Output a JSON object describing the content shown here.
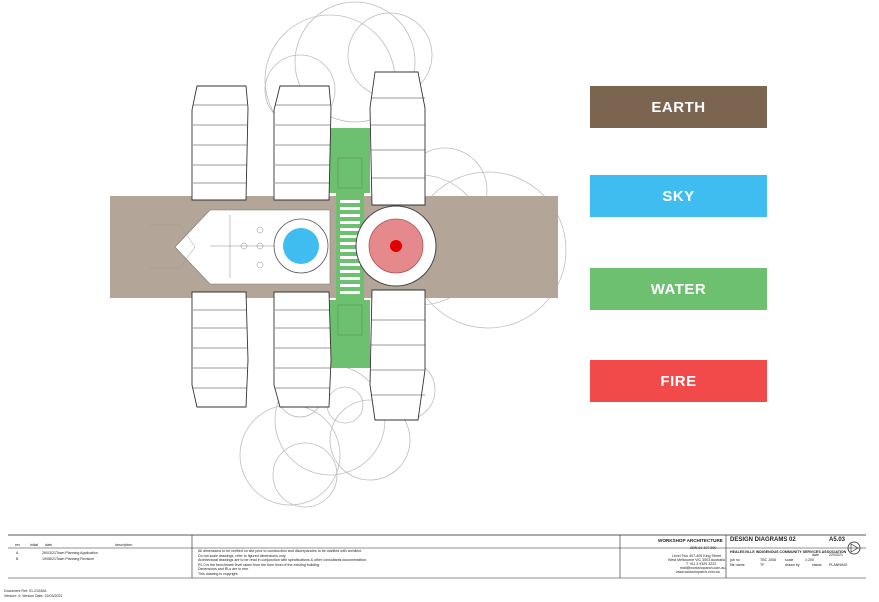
{
  "legend": {
    "items": [
      {
        "label": "EARTH",
        "color": "#7b6450"
      },
      {
        "label": "SKY",
        "color": "#3fbdf0"
      },
      {
        "label": "WATER",
        "color": "#6cc070"
      },
      {
        "label": "FIRE",
        "color": "#f24a4a"
      }
    ]
  },
  "plan_colors": {
    "earth": "#b3a597",
    "water": "#6cc070",
    "sky": "#3fbdf0",
    "fire_ring": "#e5898d",
    "fire_core": "#e00000"
  },
  "title_block": {
    "rev_headers": [
      "rev",
      "initial",
      "date",
      "description"
    ],
    "rev_rows": [
      {
        "rev": "A",
        "initial": "",
        "date": "26/03/21",
        "description": "Town Planning Application"
      },
      {
        "rev": "B",
        "initial": "",
        "date": "19/08/21",
        "description": "Town Planning Revision"
      }
    ],
    "notes": [
      "All dimensions to be verified on site prior to construction and discrepancies to be clarified with architect.",
      "Do not scale drawings, refer to figured dimensions only.",
      "Architectural drawings are to be read in conjunction with specifications & other consultants documentation.",
      "RL 0 is the benchmark level taken from the floor level of the existing building.",
      "Dimensions and RLs are in mm.",
      "This drawing is copyright."
    ],
    "firm": "WORKSHOP ARCHITECTURE",
    "firm_sub": "ABN 61 107 890",
    "firm_address": [
      "Level Two 407-409 King Street",
      "West Melbourne VIC 3003 Australia",
      "T +61 3 9329 3222",
      "mail@workshoparch.com.au",
      "www.workshoparch.com.au"
    ],
    "drawing_title": "DESIGN DIAGRAMS 02",
    "project": "HEALESVILLE INDIGENOUS COMMUNITY SERVICES ASSOCIATION",
    "sheet_no": "A5.03",
    "fields": [
      {
        "label": "job no",
        "value": "TBC 1006"
      },
      {
        "label": "file name",
        "value": "TF"
      },
      {
        "label": "scale",
        "value": "1:200"
      },
      {
        "label": "drawn by",
        "value": ""
      },
      {
        "label": "date",
        "value": "22/03/21"
      },
      {
        "label": "status",
        "value": "PLANNING"
      }
    ],
    "document_ref": "Document Ref: 01.21040A",
    "version": "Version: 4; Version Date: 22/03/2021"
  }
}
